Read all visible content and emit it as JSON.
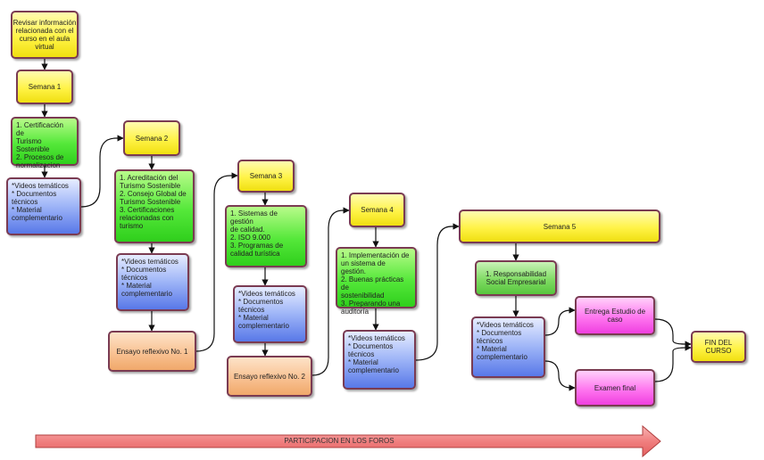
{
  "nodes": {
    "intro": "Revisar información relacionada con el curso en el aula virtual",
    "w1": "Semana 1",
    "w1_topics": "1. Certificación de\nTurismo Sostenible\n2. Procesos de\nnormalizacion",
    "w1_materials": "*Videos temáticos\n* Documentos\ntécnicos\n* Material\ncomplementario",
    "w2": "Semana 2",
    "w2_topics": "1. Acreditación del\nTurismo Sostenible\n2. Consejo Global de\nTurismo Sostenible\n3. Certificaciones\nrelacionadas con\nturismo",
    "w2_materials": "*Videos temáticos\n* Documentos\ntécnicos\n* Material\ncomplementario",
    "essay1": "Ensayo reflexivo No. 1",
    "w3": "Semana 3",
    "w3_topics": "1. Sistemas de gestión\nde calidad.\n2. ISO 9.000\n3. Programas de\ncalidad turística",
    "w3_materials": "*Videos temáticos\n* Documentos\ntécnicos\n* Material\ncomplementario",
    "essay2": "Ensayo reflexivo No. 2",
    "w4": "Semana 4",
    "w4_topics": "1. Implementación de\nun sistema de gestión.\n2. Buenas prácticas de\nsostenibilidad\n3. Preparando una\nauditoría",
    "w4_materials": "*Videos temáticos\n* Documentos\ntécnicos\n* Material\ncomplementario",
    "w5": "Semana 5",
    "w5_topics": "1. Responsabilidad\nSocial Empresarial",
    "w5_materials": "*Videos temáticos\n* Documentos\ntécnicos\n* Material\ncomplementario",
    "case_study": "Entrega Estudio de\ncaso",
    "final_exam": "Examen final",
    "end": "FIN DEL\nCURSO"
  },
  "banner": {
    "label": "PARTICIPACION EN LOS FOROS"
  },
  "colors": {
    "yellow": "#fff347",
    "green": "#55e83a",
    "blue": "#9db4f7",
    "orange": "#f9c293",
    "magenta": "#ff77ef",
    "banner": "#f08484",
    "node_border": "#7a3b52",
    "connector": "#111111"
  }
}
